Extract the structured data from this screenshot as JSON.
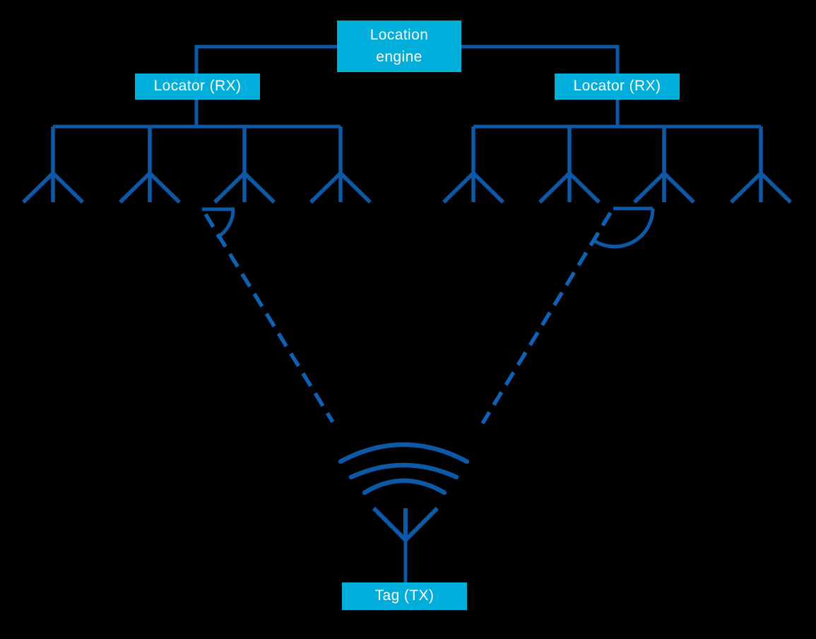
{
  "colors": {
    "background": "#000000",
    "box_fill": "#00AEDC",
    "box_text": "#FFFFFF",
    "line": "#0B59A7",
    "dash": "#0E61B4"
  },
  "nodes": {
    "location_engine": {
      "line1": "Location",
      "line2": "engine"
    },
    "locator_left": {
      "label": "Locator (RX)"
    },
    "locator_right": {
      "label": "Locator (RX)"
    },
    "tag": {
      "label": "Tag (TX)"
    }
  },
  "structure": {
    "locator_count": 2,
    "antennas_per_locator": 4,
    "signal_path_style": "dashed",
    "angle_of_arrival_arcs": 2
  }
}
